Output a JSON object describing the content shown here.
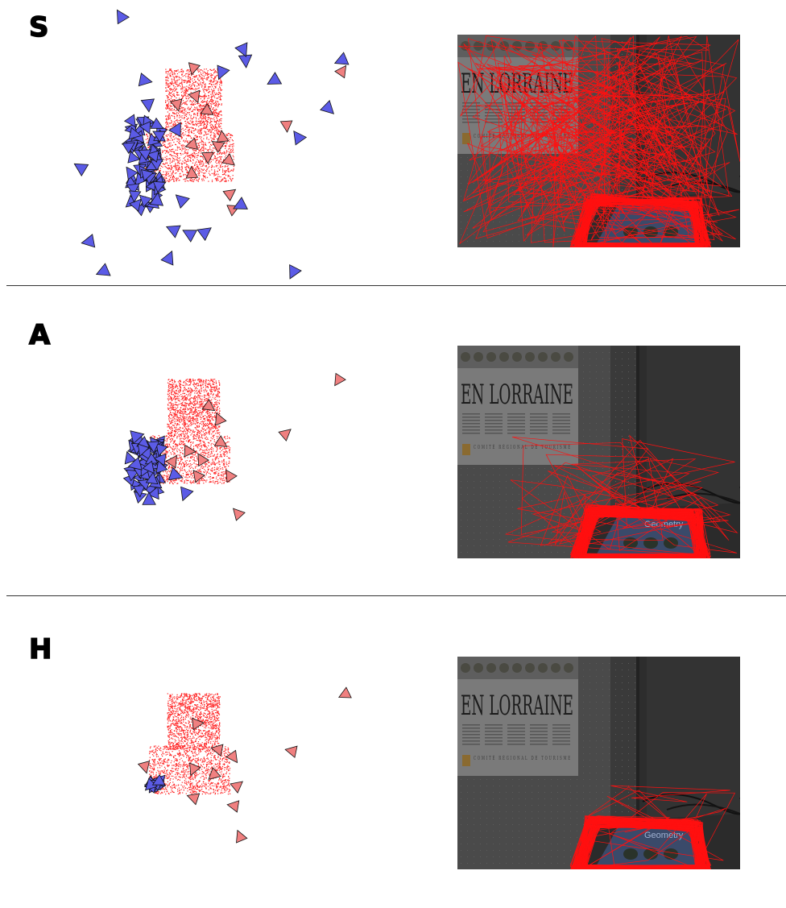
{
  "panels": [
    {
      "id": "S",
      "label": "S"
    },
    {
      "id": "A",
      "label": "A"
    },
    {
      "id": "H",
      "label": "H"
    }
  ],
  "photo": {
    "sign_title": "EN LORRAINE",
    "sign_subtitle": "COMITÉ RÉGIONAL DE TOURISME",
    "book_title": "Geometry"
  },
  "colors": {
    "camera_red": "#f08080",
    "camera_blue": "#5b5be6",
    "points": "#ff2020",
    "overlay": "#ff1010"
  }
}
